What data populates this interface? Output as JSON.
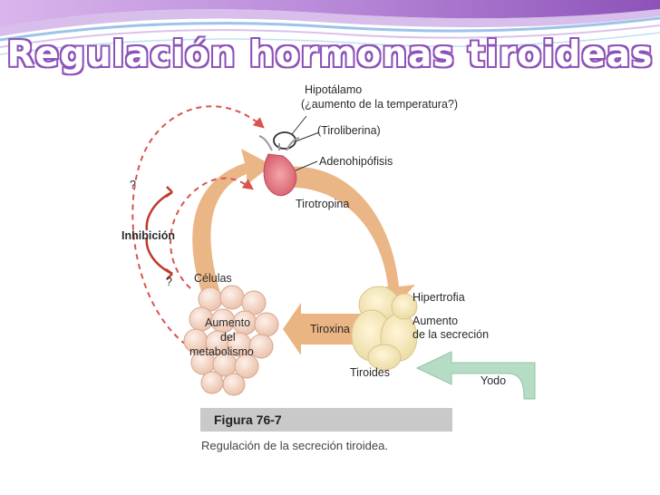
{
  "slide_title": "Regulación hormonas tiroideas",
  "diagram": {
    "hipotalamo": "Hipotálamo",
    "hipotalamo_note": "(¿aumento de la temperatura?)",
    "tiroliberina": "(Tiroliberina)",
    "adenohipofisis": "Adenohipófisis",
    "tirotropina": "Tirotropina",
    "inhibicion": "Inhibición",
    "question_1": "?",
    "question_2": "?",
    "celulas": "Células",
    "aumento_metabolismo": [
      "Aumento",
      "del",
      "metabolismo"
    ],
    "tiroxina": "Tiroxina",
    "hipertrofia": "Hipertrofia",
    "aumento_secrecion": [
      "Aumento",
      "de la secreción"
    ],
    "tiroides": "Tiroides",
    "yodo": "Yodo"
  },
  "caption": {
    "figure_tag": "Figura 76-7",
    "text": "Regulación de la secreción tiroidea."
  },
  "colors": {
    "banner_purple": "#8d52b8",
    "banner_blue": "#9cc4e8",
    "arrow_orange": "#e9b07c",
    "dashed_red": "#d9534f",
    "yodo_green": "#b7dcc6"
  }
}
